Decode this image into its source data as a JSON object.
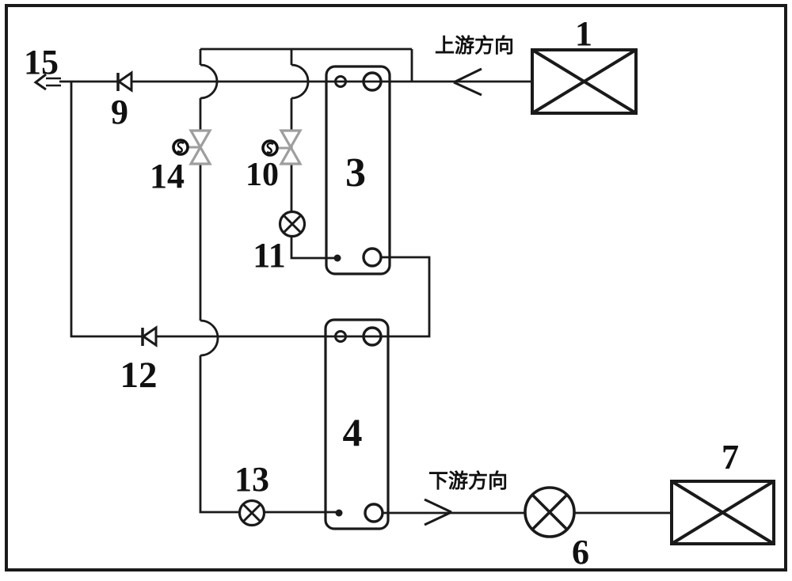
{
  "diagram": {
    "type": "piping-schematic",
    "background": "#ffffff",
    "line_color": "#1a1a1a",
    "valve_accent_gray": "#9e9e9e",
    "annotations": {
      "upstream": "上游方向",
      "downstream": "下游方向"
    },
    "labels": {
      "c1": "1",
      "c3": "3",
      "c4": "4",
      "c6": "6",
      "c7": "7",
      "c9": "9",
      "c10": "10",
      "c11": "11",
      "c12": "12",
      "c13": "13",
      "c14": "14",
      "c15": "15"
    },
    "components": [
      {
        "id": "1",
        "symbol": "crossed-box-unit"
      },
      {
        "id": "3",
        "symbol": "plate-heat-exchanger"
      },
      {
        "id": "4",
        "symbol": "plate-heat-exchanger"
      },
      {
        "id": "6",
        "symbol": "circle-cross-fitting"
      },
      {
        "id": "7",
        "symbol": "crossed-box-unit"
      },
      {
        "id": "9",
        "symbol": "check-valve"
      },
      {
        "id": "10",
        "symbol": "actuated-control-valve"
      },
      {
        "id": "11",
        "symbol": "circle-cross-fitting"
      },
      {
        "id": "12",
        "symbol": "check-valve"
      },
      {
        "id": "13",
        "symbol": "circle-cross-fitting"
      },
      {
        "id": "14",
        "symbol": "actuated-control-valve"
      },
      {
        "id": "15",
        "symbol": "outlet-arrow"
      }
    ]
  }
}
